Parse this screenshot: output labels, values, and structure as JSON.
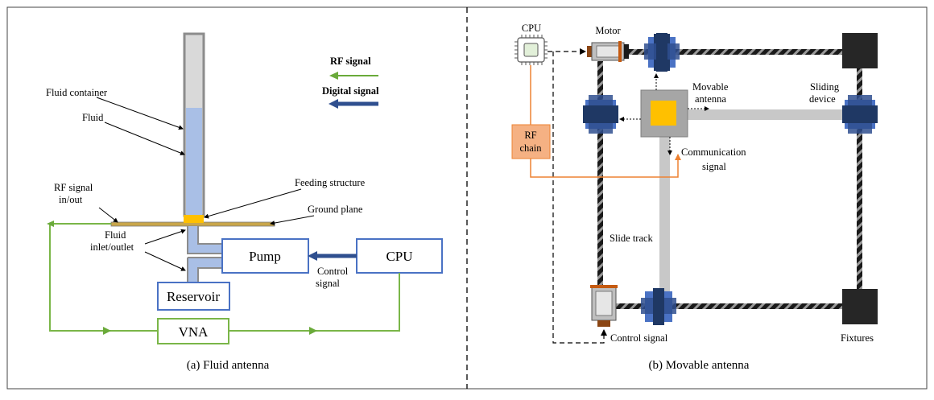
{
  "colors": {
    "rf": "#6aaa3a",
    "digital": "#2f4f8f",
    "fluid": "#a9bfe6",
    "container": "#a7a7a7",
    "feed": "#ffc000",
    "box_border": "#4a72c4",
    "vna_border": "#7ab648",
    "rf_chain_fill": "#f5b183",
    "orange_line": "#ed8232",
    "antenna_yellow": "#ffc000",
    "slider_dark": "#1f3864",
    "fixture": "#262626",
    "track_light": "#c8c8c8"
  },
  "left": {
    "legend": {
      "rf": "RF signal",
      "digital": "Digital signal"
    },
    "labels": {
      "fluid_container": "Fluid container",
      "fluid": "Fluid",
      "feeding_structure": "Feeding structure",
      "rf_signal_line1": "RF signal",
      "rf_signal_line2": "in/out",
      "ground_plane": "Ground plane",
      "fluid_inlet_line1": "Fluid",
      "fluid_inlet_line2": "inlet/outlet",
      "control_line1": "Control",
      "control_line2": "signal"
    },
    "boxes": {
      "pump": "Pump",
      "cpu": "CPU",
      "reservoir": "Reservoir",
      "vna": "VNA"
    },
    "caption": "(a) Fluid antenna"
  },
  "right": {
    "labels": {
      "cpu": "CPU",
      "motor": "Motor",
      "movable_line1": "Movable",
      "movable_line2": "antenna",
      "sliding_line1": "Sliding",
      "sliding_line2": "device",
      "rf_chain_line1": "RF",
      "rf_chain_line2": "chain",
      "comm_line1": "Communication",
      "comm_line2": "signal",
      "slide_track": "Slide track",
      "control_signal": "Control signal",
      "fixtures": "Fixtures"
    },
    "caption": "(b) Movable antenna"
  }
}
